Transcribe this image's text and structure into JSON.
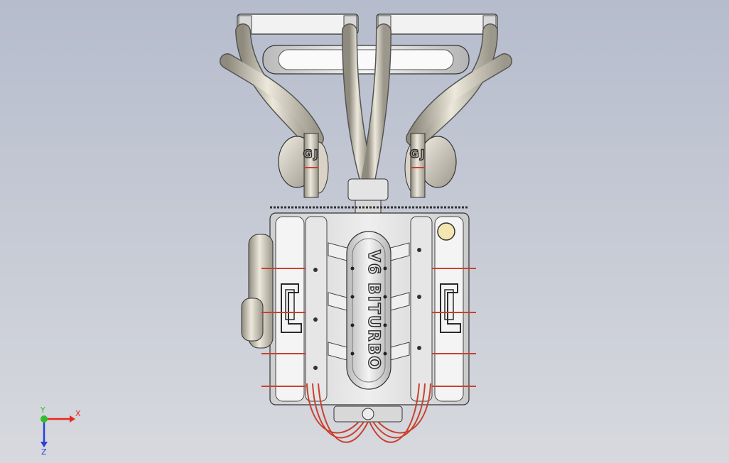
{
  "model": {
    "intake_text": "V6 BITURBO",
    "logo_text": "GJ"
  },
  "triad": {
    "x_label": "X",
    "y_label": "Y",
    "z_label": "Z"
  },
  "colors": {
    "background_top": "#b5bccc",
    "background_bottom": "#d7d9de",
    "metal": "#c9c4b8",
    "aluminum": "#e9e9e9",
    "wire": "#c8412f",
    "x_axis": "#e8281e",
    "y_axis": "#2fbf2f",
    "z_axis": "#2a3fd8"
  }
}
